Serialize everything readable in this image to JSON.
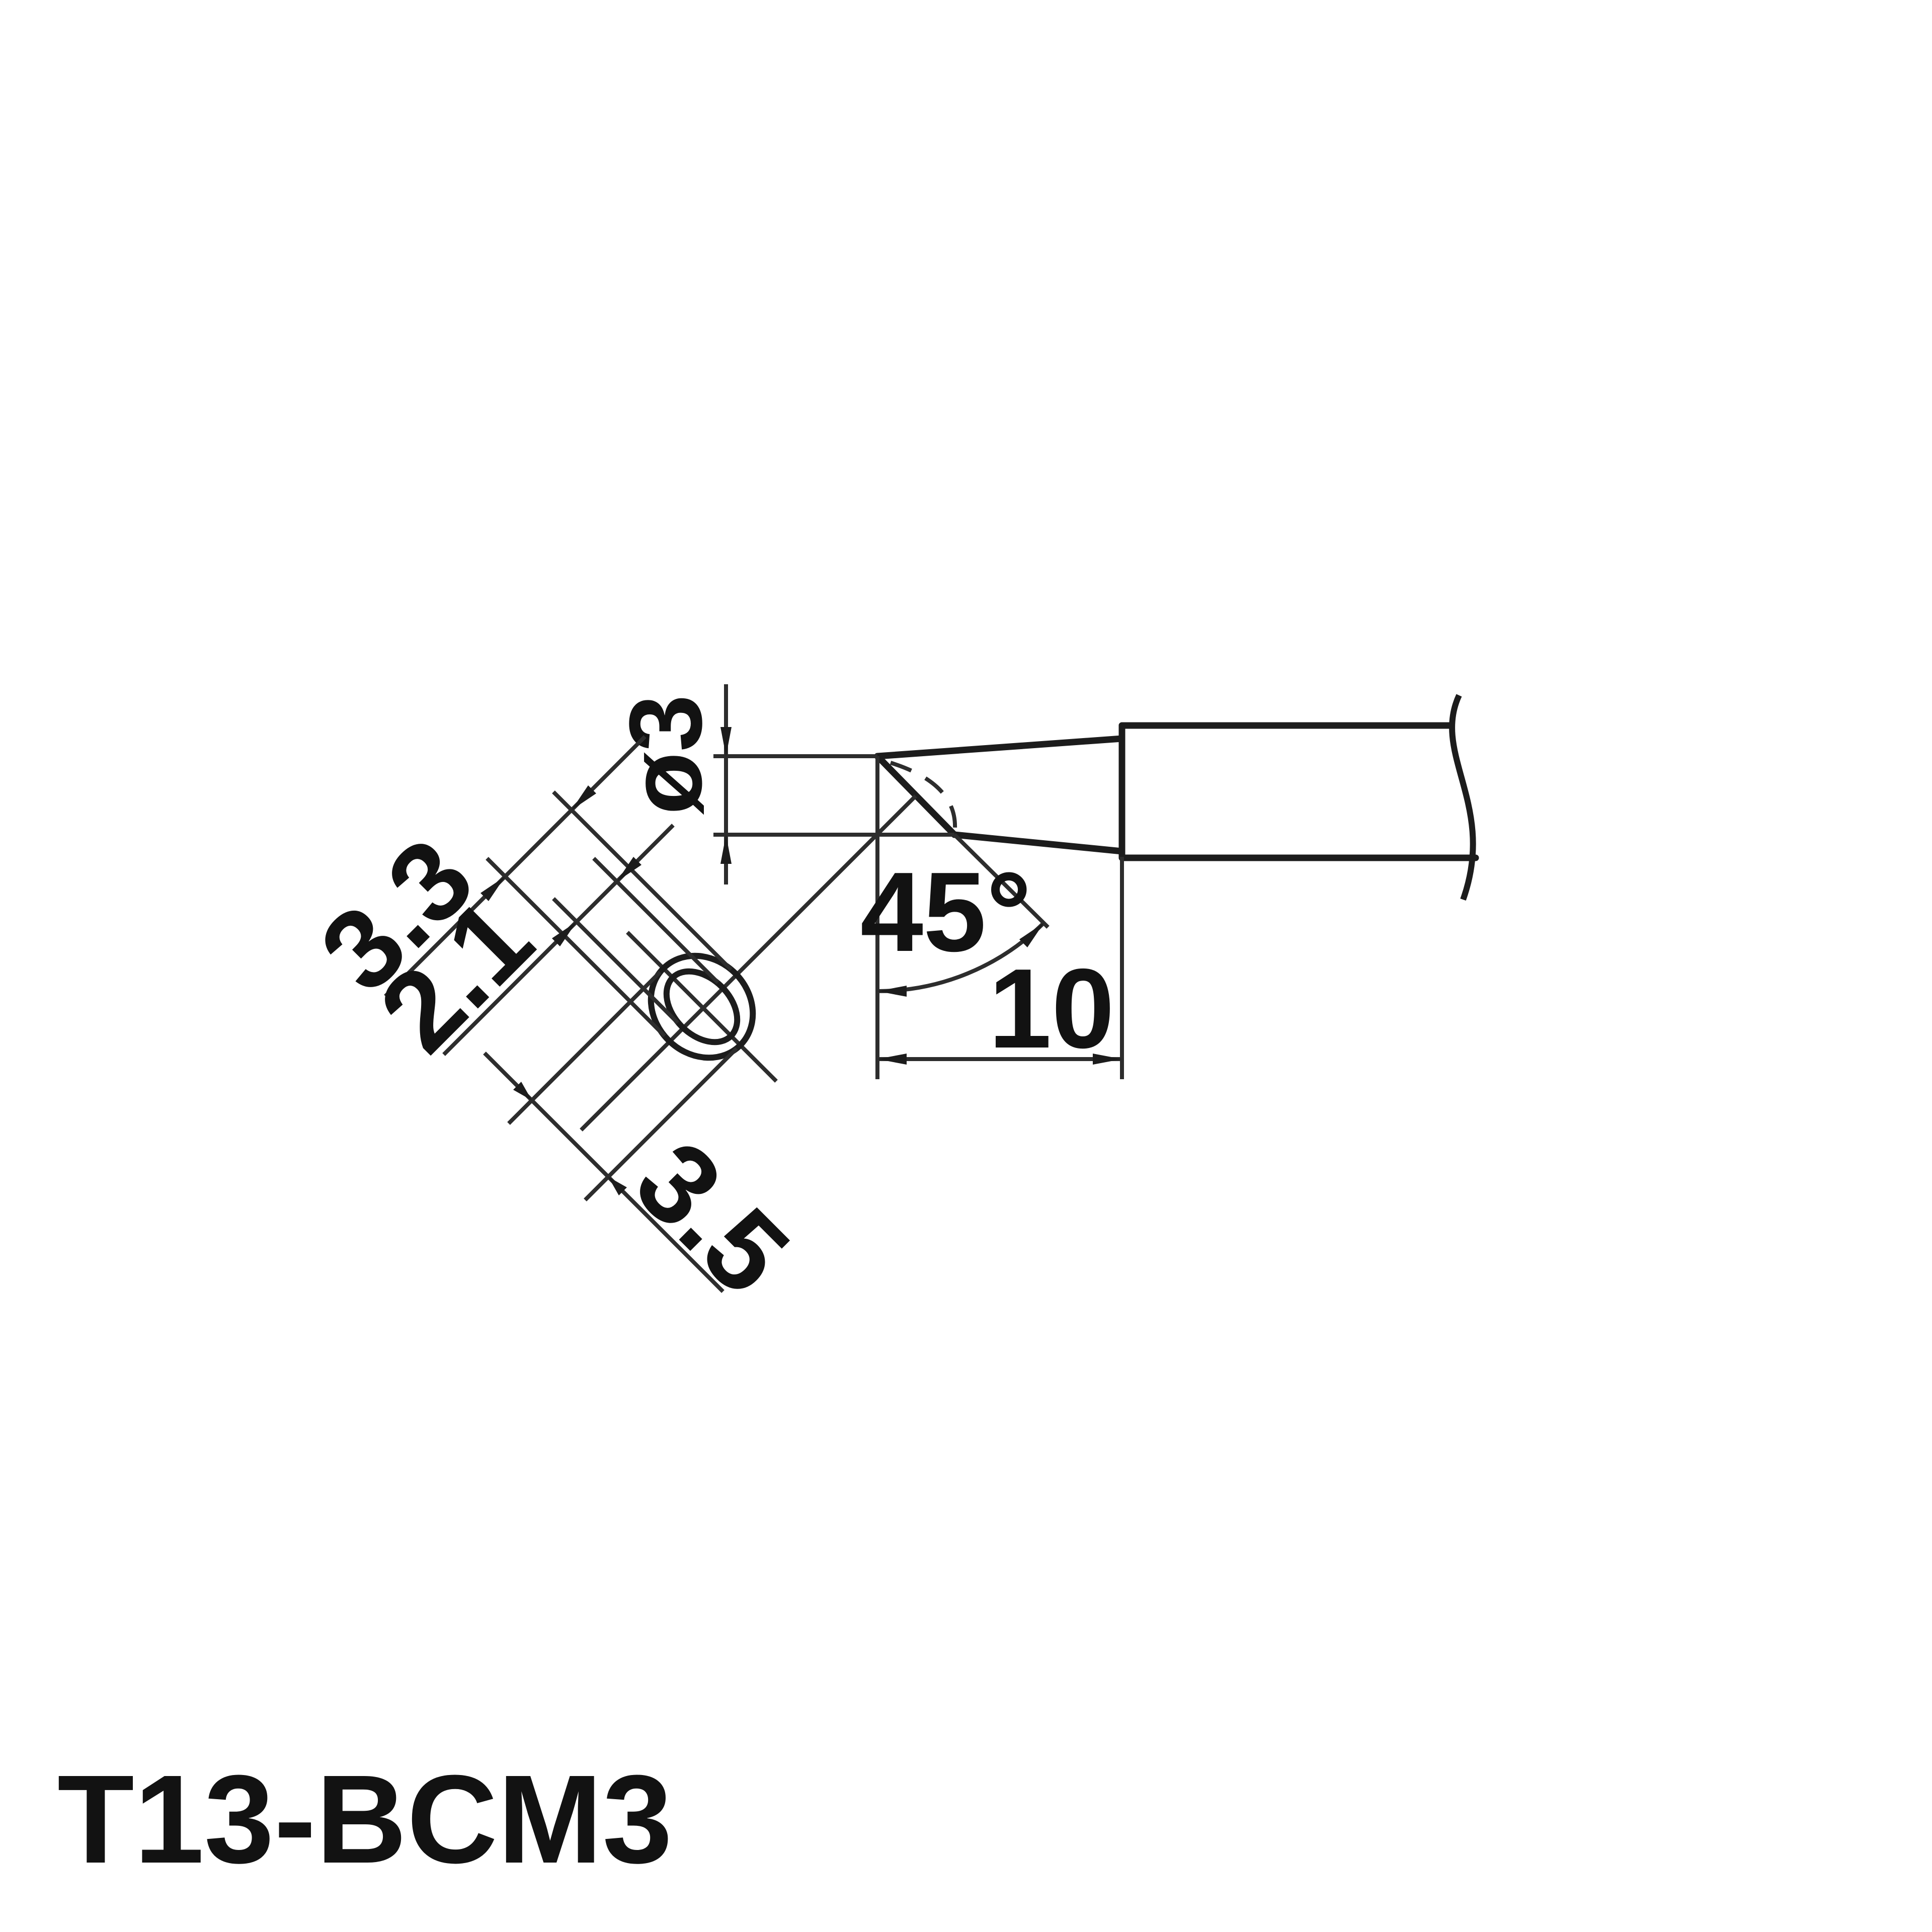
{
  "title": "T13-BCM3",
  "labels": {
    "diameter": "ø3",
    "angle": "45°",
    "length": "10",
    "face_width": "3.3",
    "recess_width": "2.1",
    "face_length": "3.5"
  },
  "colors": {
    "line": "#1c1c1c",
    "thin_line": "#2d2d2d",
    "text": "#121212",
    "background": "#ffffff"
  }
}
